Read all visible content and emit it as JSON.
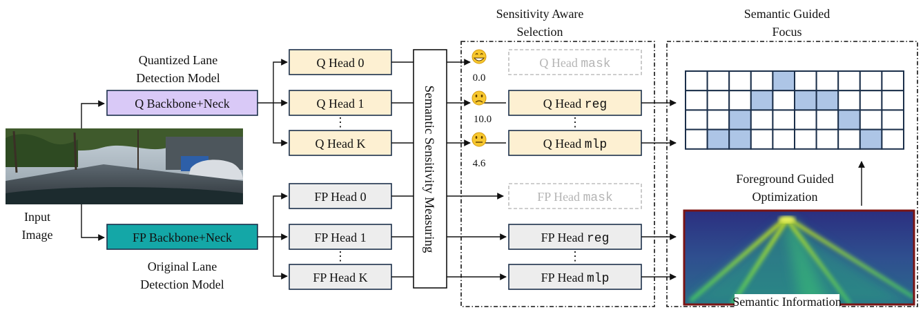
{
  "input": {
    "label_line1": "Input",
    "label_line2": "Image"
  },
  "quantized_model": {
    "title_line1": "Quantized Lane",
    "title_line2": "Detection Model",
    "backbone": "Q Backbone+Neck",
    "heads": [
      "Q Head 0",
      "Q Head 1",
      "Q Head K"
    ],
    "ellipsis": "⋮"
  },
  "original_model": {
    "title_line1": "Original Lane",
    "title_line2": "Detection Model",
    "backbone": "FP Backbone+Neck",
    "heads": [
      "FP Head 0",
      "FP Head 1",
      "FP Head K"
    ],
    "ellipsis": "⋮"
  },
  "sensitivity": {
    "label": "Semantic Sensitivity Measuring"
  },
  "selection": {
    "title_line1": "Sensitivity Aware",
    "title_line2": "Selection",
    "scores": [
      "0.0",
      "10.0",
      "4.6"
    ],
    "emojis": [
      "grinning",
      "slightly-frowning",
      "neutral"
    ],
    "q_heads": [
      {
        "prefix": "Q Head",
        "name": "mask",
        "disabled": true
      },
      {
        "prefix": "Q Head",
        "name": "reg",
        "disabled": false
      },
      {
        "prefix": "Q Head",
        "name": "mlp",
        "disabled": false
      }
    ],
    "fp_heads": [
      {
        "prefix": "FP Head",
        "name": "mask",
        "disabled": true
      },
      {
        "prefix": "FP Head",
        "name": "reg",
        "disabled": false
      },
      {
        "prefix": "FP Head",
        "name": "mlp",
        "disabled": false
      }
    ],
    "ellipsis": "⋮"
  },
  "focus": {
    "title_line1": "Semantic Guided",
    "title_line2": "Focus",
    "grid_rows": 4,
    "grid_cols": 10,
    "highlighted_cells": [
      [
        0,
        4
      ],
      [
        1,
        3
      ],
      [
        1,
        5
      ],
      [
        1,
        6
      ],
      [
        2,
        2
      ],
      [
        2,
        7
      ],
      [
        3,
        1
      ],
      [
        3,
        2
      ],
      [
        3,
        8
      ]
    ],
    "optimization_line1": "Foreground Guided",
    "optimization_line2": "Optimization",
    "semantic_info": "Semantic Information"
  },
  "colors": {
    "q_backbone": "#d9c9f7",
    "fp_backbone": "#14a7a7",
    "q_head": "#fdf0d2",
    "fp_head": "#ededed",
    "box_border": "#1b2f4a",
    "grid_highlight": "#adc5e6",
    "heatmap_border": "#7a1414"
  }
}
